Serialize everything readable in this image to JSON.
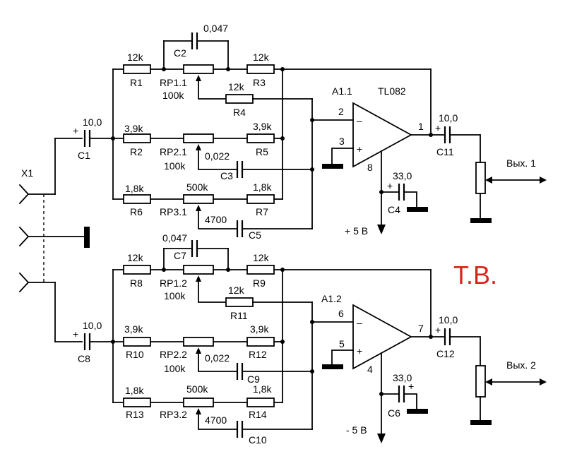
{
  "watermark": {
    "text": "Т.В.",
    "color": "#d9261c"
  },
  "connector": {
    "name": "X1"
  },
  "channels": [
    {
      "input_cap": {
        "name": "C1",
        "value": "10,0"
      },
      "bass": {
        "r_in": {
          "name": "R1",
          "value": "12k"
        },
        "pot": "RP1.1",
        "pot_value": "100k",
        "r_out": {
          "name": "R3",
          "value": "12k"
        },
        "cap": {
          "name": "C2",
          "value": "0,047"
        },
        "r_fb": {
          "name": "R4",
          "value": "12k"
        }
      },
      "mid": {
        "r_in": {
          "name": "R2",
          "value": "3,9k"
        },
        "pot": "RP2.1",
        "pot_value": "100k",
        "r_out": {
          "name": "R5",
          "value": "3,9k"
        },
        "cap": {
          "name": "C3",
          "value": "0,022"
        }
      },
      "treble": {
        "r_in": {
          "name": "R6",
          "value": "1,8k"
        },
        "pot": "RP3.1",
        "pot_value": "500k",
        "r_out": {
          "name": "R7",
          "value": "1,8k"
        },
        "cap": {
          "name": "C5",
          "value": "4700"
        }
      },
      "opamp": {
        "name": "A1.1",
        "chip": "TL082",
        "pin_inv": "2",
        "pin_noninv": "3",
        "pin_out": "1",
        "pin_pwr": "8"
      },
      "power_cap": {
        "name": "C4",
        "value": "33,0"
      },
      "supply": "+ 5 В",
      "output_cap": {
        "name": "C11",
        "value": "10,0"
      },
      "output_label": "Вых. 1"
    },
    {
      "input_cap": {
        "name": "C8",
        "value": "10,0"
      },
      "bass": {
        "r_in": {
          "name": "R8",
          "value": "12k"
        },
        "pot": "RP1.2",
        "pot_value": "100k",
        "r_out": {
          "name": "R9",
          "value": "12k"
        },
        "cap": {
          "name": "C7",
          "value": "0,047"
        },
        "r_fb": {
          "name": "R11",
          "value": "12k"
        }
      },
      "mid": {
        "r_in": {
          "name": "R10",
          "value": "3,9k"
        },
        "pot": "RP2.2",
        "pot_value": "100k",
        "r_out": {
          "name": "R12",
          "value": "3,9k"
        },
        "cap": {
          "name": "C9",
          "value": "0,022"
        }
      },
      "treble": {
        "r_in": {
          "name": "R13",
          "value": "1,8k"
        },
        "pot": "RP3.2",
        "pot_value": "500k",
        "r_out": {
          "name": "R14",
          "value": "1,8k"
        },
        "cap": {
          "name": "C10",
          "value": "4700"
        }
      },
      "opamp": {
        "name": "A1.2",
        "chip": "",
        "pin_inv": "6",
        "pin_noninv": "5",
        "pin_out": "7",
        "pin_pwr": "4"
      },
      "power_cap": {
        "name": "C6",
        "value": "33,0"
      },
      "supply": "- 5 В",
      "output_cap": {
        "name": "C12",
        "value": "10,0"
      },
      "output_label": "Вых. 2"
    }
  ]
}
